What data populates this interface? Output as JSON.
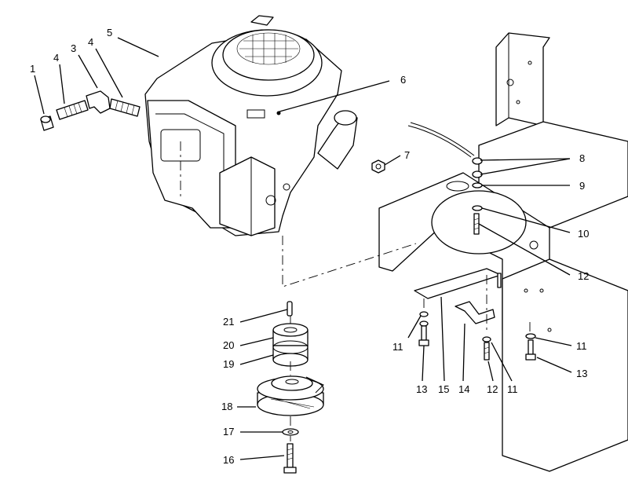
{
  "callouts": [
    {
      "id": "c1",
      "text": "1"
    },
    {
      "id": "c2",
      "text": "4"
    },
    {
      "id": "c3",
      "text": "3"
    },
    {
      "id": "c4",
      "text": "4"
    },
    {
      "id": "c5",
      "text": "5"
    },
    {
      "id": "c6",
      "text": "6"
    },
    {
      "id": "c7",
      "text": "7"
    },
    {
      "id": "c8",
      "text": "8"
    },
    {
      "id": "c9",
      "text": "9"
    },
    {
      "id": "c10",
      "text": "10"
    },
    {
      "id": "c11",
      "text": "12"
    },
    {
      "id": "c12",
      "text": "21"
    },
    {
      "id": "c13",
      "text": "20"
    },
    {
      "id": "c14",
      "text": "19"
    },
    {
      "id": "c15",
      "text": "18"
    },
    {
      "id": "c16",
      "text": "17"
    },
    {
      "id": "c17",
      "text": "16"
    },
    {
      "id": "c18",
      "text": "11"
    },
    {
      "id": "c19",
      "text": "13"
    },
    {
      "id": "c20",
      "text": "15"
    },
    {
      "id": "c21",
      "text": "14"
    },
    {
      "id": "c22",
      "text": "12"
    },
    {
      "id": "c23",
      "text": "11"
    },
    {
      "id": "c24",
      "text": "11"
    },
    {
      "id": "c25",
      "text": "13"
    }
  ]
}
